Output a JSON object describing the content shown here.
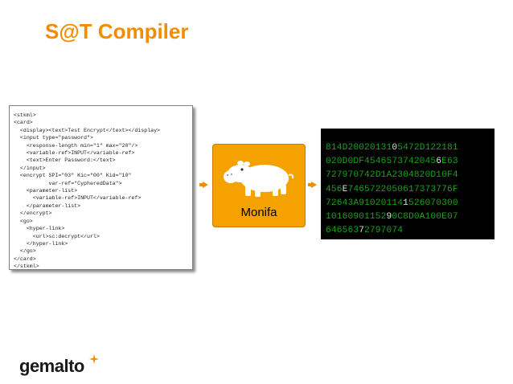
{
  "slide": {
    "title": "S@T Compiler"
  },
  "code_document": {
    "lines": [
      "<stkml>",
      "<card>",
      "  <display><text>Test Encrypt</text></display>",
      "  <input type=\"password\">",
      "    <response-length min=\"1\" max=\"20\"/>",
      "    <variable-ref>INPUT</variable-ref>",
      "    <text>Enter Password:</text>",
      "  </input>",
      "  <encrypt SPI=\"03\" Kic=\"00\" Kid=\"10\"",
      "           var-ref=\"CypheredData\">",
      "    <parameter-list>",
      "      <variable-ref>INPUT</variable-ref>",
      "    </parameter-list>",
      "  </encrypt>",
      "  <go>",
      "    <hyper-link>",
      "      <url>sc:decrypt</url>",
      "    </hyper-link>",
      "  </go>",
      "</card>",
      "</stkml>"
    ]
  },
  "compiler": {
    "label": "Monifa",
    "icon": "hippo-icon",
    "color": "#f5a100"
  },
  "output": {
    "lines": [
      [
        "814D20020131",
        "0",
        "5472D122181"
      ],
      [
        "020D0DF4546573742045",
        "6",
        "E63"
      ],
      [
        "727970742D1A2304820D10F4",
        "",
        ""
      ],
      [
        "456",
        "E",
        "7465722050617373776F"
      ],
      [
        "72643A91020114",
        "1",
        "526070300"
      ],
      [
        "10160901152",
        "9",
        "0C8D0A100E07"
      ],
      [
        "646563",
        "7",
        "2797074"
      ]
    ],
    "text_color": "#1aa21a"
  },
  "brand": {
    "logo_text": "gemalto",
    "accent_color": "#f28c00"
  }
}
